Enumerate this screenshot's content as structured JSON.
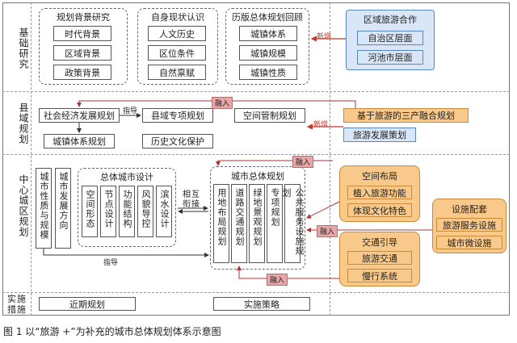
{
  "rows": {
    "row1": "基础研究",
    "row2": "县域规划",
    "row3": "中心城区规划",
    "row4": "实施措施"
  },
  "groups": {
    "g1": {
      "title": "规划背景研究",
      "items": [
        "时代背景",
        "区域背景",
        "政策背景"
      ]
    },
    "g2": {
      "title": "自身现状认识",
      "items": [
        "人文历史",
        "区位条件",
        "自然禀赋"
      ]
    },
    "g3": {
      "title": "历版总体规划回顾",
      "items": [
        "城镇体系",
        "城镇规模",
        "城镇性质"
      ]
    },
    "region": {
      "title": "区域旅游合作",
      "items": [
        "自治区层面",
        "河池市层面"
      ]
    }
  },
  "county": {
    "econ": "社会经济发展规划",
    "special": "县域专项规划",
    "spatial": "空间管制规划",
    "integrate": "基于旅游的三产融合规划",
    "tourism_plan": "旅游发展策划",
    "town_system": "城镇体系规划",
    "history": "历史文化保护"
  },
  "center": {
    "nature": "城市性质与规模",
    "direction": "城市发展方向",
    "design_title": "总体城市设计",
    "design_items": [
      "空间形态",
      "节点设计",
      "功能结构",
      "风貌导控",
      "滨水设计"
    ],
    "mutual": "相互衔接",
    "master_title": "城市总体规划",
    "master_items": [
      "用地布局规划",
      "道路交通规划",
      "绿地景观规划",
      "专项规划",
      "公共服务设施规划"
    ],
    "layout_title": "空间布局",
    "layout_items": [
      "植入旅游功能",
      "体现文化特色"
    ],
    "facility_title": "设施配套",
    "facility_items": [
      "旅游服务设施",
      "城市微设施"
    ],
    "traffic_title": "交通引导",
    "traffic_items": [
      "旅游交通",
      "慢行系统"
    ]
  },
  "implement": {
    "short": "近期规划",
    "strategy": "实施策略"
  },
  "tags": {
    "new1": "新增",
    "new2": "新增",
    "guide1": "指导",
    "guide2": "指导",
    "merge1": "融入",
    "merge2": "融入",
    "merge3": "融入",
    "merge4": "融入"
  },
  "caption": "图 1  以“旅游 +”为补充的城市总体规划体系示意图",
  "colors": {
    "blue": "#d8e6f7",
    "orange": "#f8c98a",
    "red": "#c0392b",
    "pink": "#e8a6a6"
  }
}
